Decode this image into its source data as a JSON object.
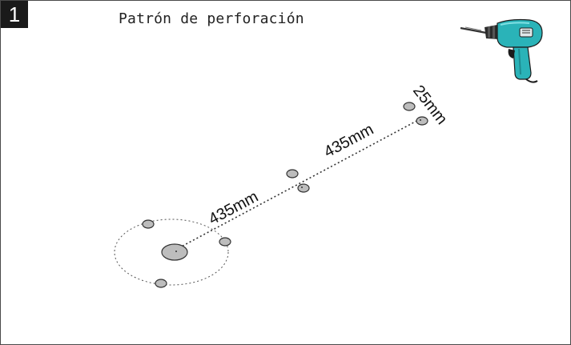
{
  "step": {
    "number": "1"
  },
  "header": {
    "title": "Patrón de perforación"
  },
  "dimensions": {
    "first_span": "435mm",
    "second_span": "435mm",
    "hole_gap": "25mm"
  },
  "icons": {
    "tool": "power-drill-icon"
  },
  "colors": {
    "hole_fill": "#bdbdbd",
    "line": "#333333",
    "drill_body": "#2ab3b8"
  }
}
